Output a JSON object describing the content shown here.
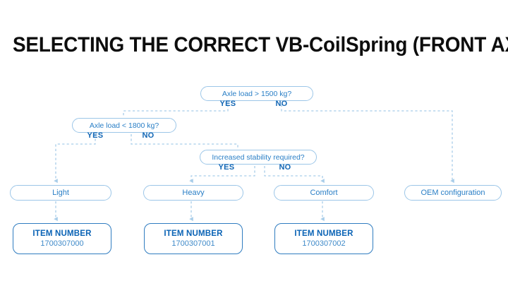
{
  "page": {
    "title": "SELECTING THE CORRECT VB-CoilSpring (FRONT AXLE)",
    "background_color": "#ffffff",
    "title_color": "#0d0d0d",
    "accent_color": "#2a7fc6",
    "line_color": "#a8cde9",
    "label_color": "#1367b5"
  },
  "flow": {
    "decisions": [
      {
        "id": "d1",
        "label": "Axle load > 1500 kg?",
        "yes_label": "YES",
        "no_label": "NO"
      },
      {
        "id": "d2",
        "label": "Axle load < 1800 kg?",
        "yes_label": "YES",
        "no_label": "NO"
      },
      {
        "id": "d3",
        "label": "Increased stability required?",
        "yes_label": "YES",
        "no_label": "NO"
      }
    ],
    "results": [
      {
        "id": "r1",
        "label": "Light"
      },
      {
        "id": "r2",
        "label": "Heavy"
      },
      {
        "id": "r3",
        "label": "Comfort"
      },
      {
        "id": "r4",
        "label": "OEM configuration"
      }
    ],
    "items": [
      {
        "id": "i1",
        "title": "ITEM NUMBER",
        "value": "1700307000"
      },
      {
        "id": "i2",
        "title": "ITEM NUMBER",
        "value": "1700307001"
      },
      {
        "id": "i3",
        "title": "ITEM NUMBER",
        "value": "1700307002"
      }
    ],
    "edges": [
      {
        "from": "d1",
        "branch": "YES",
        "to": "d2"
      },
      {
        "from": "d1",
        "branch": "NO",
        "to": "r4"
      },
      {
        "from": "d2",
        "branch": "YES",
        "to": "r1"
      },
      {
        "from": "d2",
        "branch": "NO",
        "to": "d3"
      },
      {
        "from": "d3",
        "branch": "YES",
        "to": "r2"
      },
      {
        "from": "d3",
        "branch": "NO",
        "to": "r3"
      },
      {
        "from": "r1",
        "branch": "",
        "to": "i1"
      },
      {
        "from": "r2",
        "branch": "",
        "to": "i2"
      },
      {
        "from": "r3",
        "branch": "",
        "to": "i3"
      }
    ]
  }
}
